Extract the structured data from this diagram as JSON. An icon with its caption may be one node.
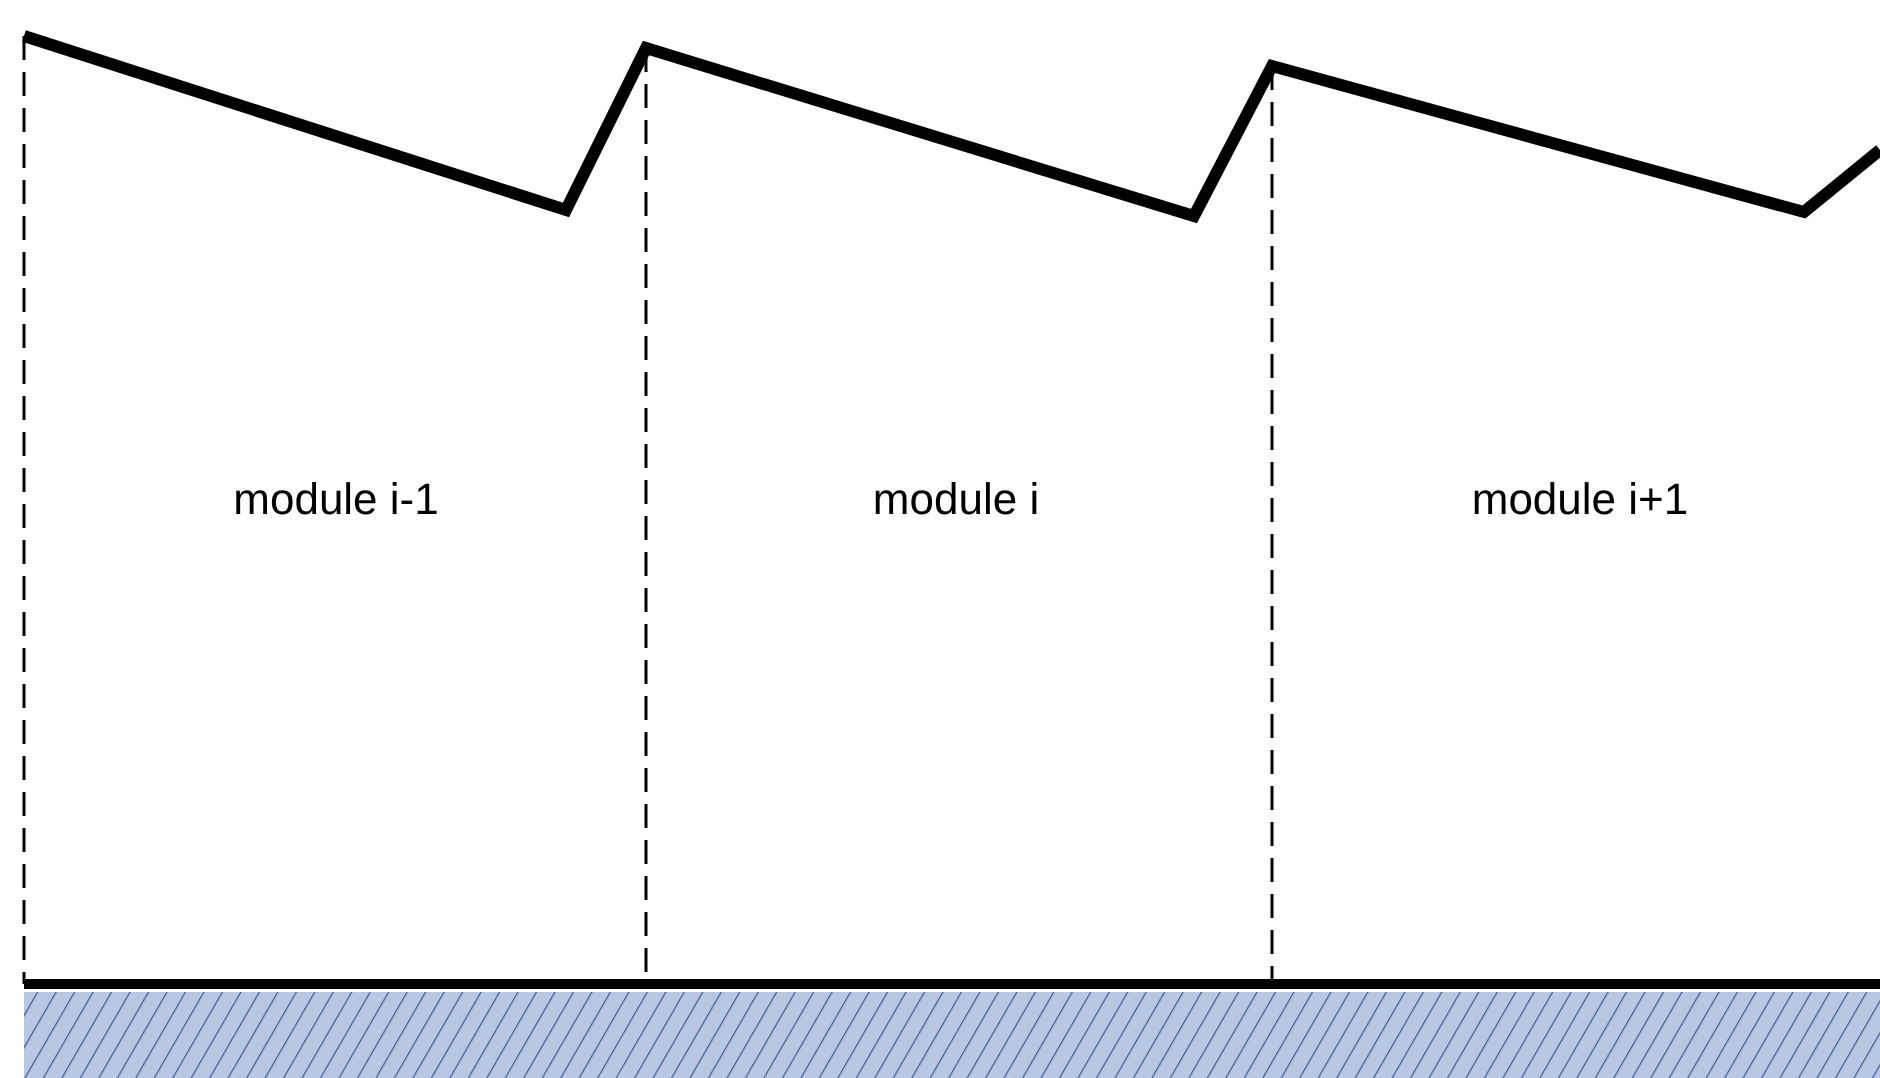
{
  "diagram": {
    "labels": [
      "module i-1",
      "module i",
      "module i+1"
    ]
  }
}
